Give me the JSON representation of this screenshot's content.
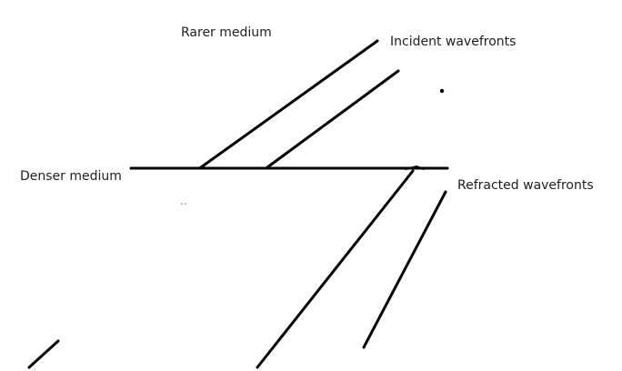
{
  "labels": {
    "rarer_medium": "Rarer medium",
    "incident_wavefronts": "Incident wavefronts",
    "denser_medium": "Denser medium",
    "refracted_wavefronts": "Refracted wavefronts"
  },
  "colors": {
    "stroke": "#000000",
    "text": "#1f1f1f",
    "background": "#ffffff"
  }
}
